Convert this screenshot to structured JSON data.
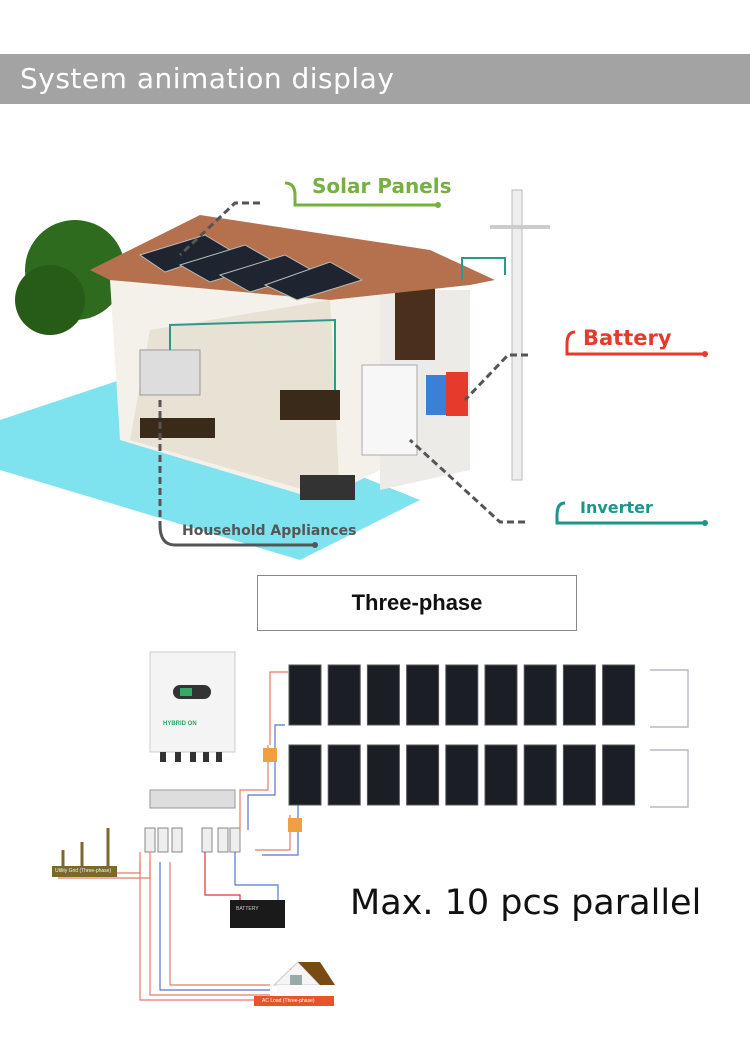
{
  "header": {
    "title": "System animation display"
  },
  "labels": {
    "solar_panels": "Solar Panels",
    "battery": "Battery",
    "inverter": "Inverter",
    "household": "Household Appliances"
  },
  "phase_box": {
    "label": "Three-phase"
  },
  "diagram": {
    "utility_grid": "Utility Grid (Three-phase)",
    "battery": "BATTERY",
    "ac_load": "AC Load (Three-phase)",
    "brand": "HYBRID ON",
    "parallel_note": "Max. 10 pcs parallel",
    "panels_per_row": 9,
    "rows": 2
  },
  "colors": {
    "solar": "#76b041",
    "battery": "#e53a2c",
    "inverter": "#1b968b",
    "household": "#555555",
    "header": "#a3a3a3"
  }
}
